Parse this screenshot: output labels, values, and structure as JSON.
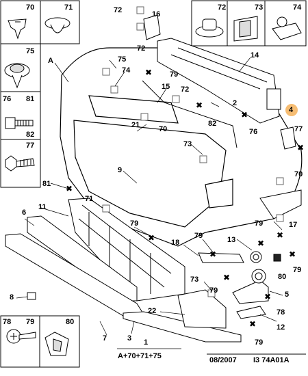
{
  "labels": {
    "l70a": "70",
    "l71a": "71",
    "l72a": "72",
    "l73a": "73",
    "l74a": "74",
    "l75a": "75",
    "l76a": "76",
    "l81a": "81",
    "l82a": "82",
    "l77a": "77",
    "l78a": "78",
    "l79a": "79",
    "l80a": "80",
    "t72a": "72",
    "t16": "16",
    "t72b": "72",
    "t14": "14",
    "tA": "A",
    "t75": "75",
    "t74": "74",
    "t79a": "79",
    "t15": "15",
    "t72c": "72",
    "t2": "2",
    "t21": "21",
    "t70a": "70",
    "t82": "82",
    "t76": "76",
    "t4": "4",
    "t77": "77",
    "t73a": "73",
    "t9": "9",
    "t70b": "70",
    "t81": "81",
    "t71": "71",
    "t11": "11",
    "t6": "6",
    "t79b": "79",
    "t79c": "79",
    "t17": "17",
    "t18": "18",
    "t79d": "79",
    "t13": "13",
    "t79e": "79",
    "t80": "80",
    "t79f": "79",
    "t73b": "73",
    "t5": "5",
    "t8": "8",
    "t22": "22",
    "t78": "78",
    "t12": "12",
    "t7": "7",
    "t3": "3",
    "t1": "1",
    "t79g": "79"
  },
  "formula": "A+70+71+75",
  "date_code": "08/2007",
  "ref_code": "I3 74A01A"
}
